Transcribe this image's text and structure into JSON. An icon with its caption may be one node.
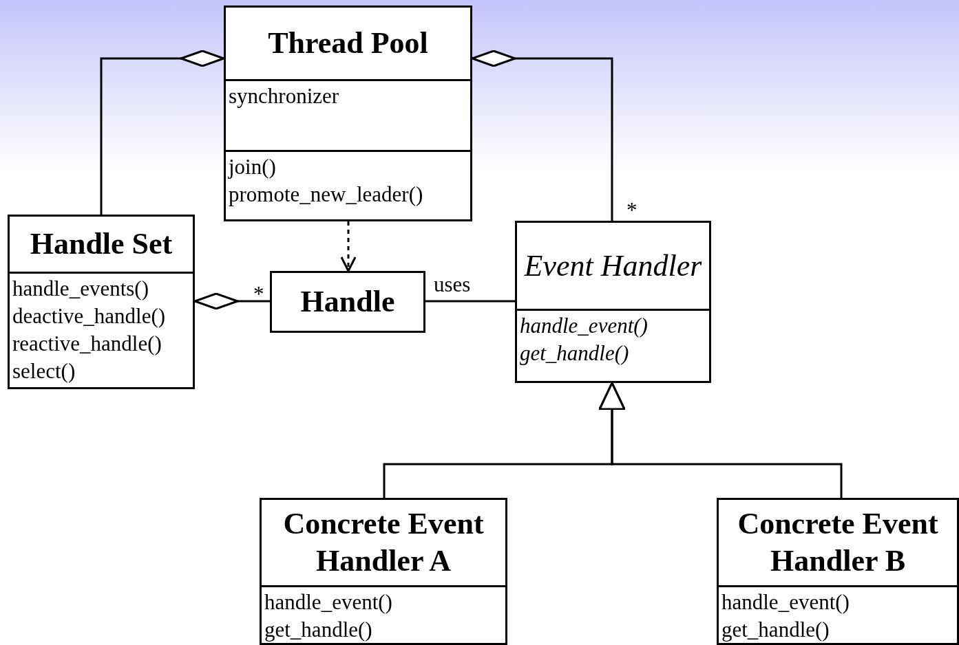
{
  "diagram": {
    "nodes": [
      {
        "text": [
          "Thread Pool",
          "synchronizer",
          "join()",
          "promote_new_leader()"
        ]
      },
      {
        "text": [
          "Handle Set",
          "handle_events()",
          "deactive_handle()",
          "reactive_handle()",
          "select()"
        ]
      },
      {
        "text": [
          "Handle"
        ]
      },
      {
        "text": [
          "Event Handler",
          "handle_event()",
          "get_handle()"
        ]
      },
      {
        "text": [
          "Concrete Event Handler A",
          "handle_event()",
          "get_handle()"
        ]
      },
      {
        "text": [
          "Concrete Event Handler B",
          "handle_event()",
          "get_handle()"
        ]
      }
    ],
    "edges": [
      {
        "from": 1,
        "to": 0,
        "arrow": "other"
      },
      {
        "from": 3,
        "to": 0,
        "arrow": "other",
        "label": "*"
      },
      {
        "from": 0,
        "to": 2,
        "arrow": "to",
        "style": "dashed"
      },
      {
        "from": 2,
        "to": 1,
        "arrow": "other",
        "label": "*"
      },
      {
        "from": 3,
        "to": 2,
        "arrow": "none",
        "label": "uses"
      },
      {
        "from": 4,
        "to": 3,
        "arrow": "to"
      },
      {
        "from": 5,
        "to": 3,
        "arrow": "to"
      }
    ]
  }
}
